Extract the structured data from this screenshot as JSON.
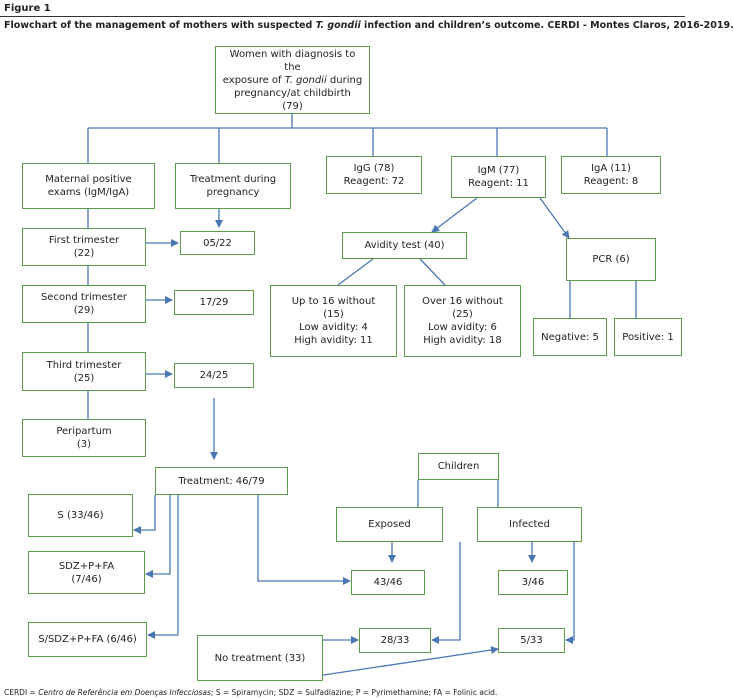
{
  "figure": {
    "label": "Figure 1",
    "caption_pre": "Flowchart of the management of mothers with suspected ",
    "caption_em": "T. gondii",
    "caption_post": " infection and children’s outcome. CERDI - Montes Claros, 2016-2019.",
    "footnote_pre": "CERDI = ",
    "footnote_em": "Centro de Referência em Doenças Infecciosas",
    "footnote_post": "; S = Spiramycin; SDZ = Sulfadiazine; P = Pyrimethamine; FA = Folinic acid."
  },
  "nodes": {
    "root": {
      "l1": "Women with diagnosis to the",
      "l2_pre": "exposure of ",
      "l2_em": "T. gondii",
      "l2_post": " during",
      "l3": "pregnancy/at childbirth",
      "l4": "(79)"
    },
    "maternal": {
      "l1": "Maternal positive",
      "l2": "exams (IgM/IgA)"
    },
    "treatment_preg": {
      "l1": "Treatment during",
      "l2": "pregnancy"
    },
    "igg": {
      "l1": "IgG (78)",
      "l2": "Reagent: 72"
    },
    "igm": {
      "l1": "IgM (77)",
      "l2": "Reagent: 11"
    },
    "iga": {
      "l1": "IgA (11)",
      "l2": "Reagent: 8"
    },
    "first": {
      "l1": "First trimester",
      "l2": "(22)"
    },
    "first_r": {
      "l1": "05/22"
    },
    "avidity": {
      "l1": "Avidity test (40)"
    },
    "pcr": {
      "l1": "PCR (6)"
    },
    "second": {
      "l1": "Second trimester",
      "l2": "(29)"
    },
    "second_r": {
      "l1": "17/29"
    },
    "upto16": {
      "l1": "Up to 16 without",
      "l2": "(15)",
      "l3": "Low avidity: 4",
      "l4": "High avidity: 11"
    },
    "over16": {
      "l1": "Over 16 without",
      "l2": "(25)",
      "l3": "Low avidity: 6",
      "l4": "High avidity: 18"
    },
    "negative": {
      "l1": "Negative: 5"
    },
    "positive": {
      "l1": "Positive: 1"
    },
    "third": {
      "l1": "Third trimester",
      "l2": "(25)"
    },
    "third_r": {
      "l1": "24/25"
    },
    "peripartum": {
      "l1": "Peripartum",
      "l2": "(3)"
    },
    "treatment_total": {
      "l1": "Treatment: 46/79"
    },
    "children": {
      "l1": "Children"
    },
    "s": {
      "l1": "S (33/46)"
    },
    "exposed": {
      "l1": "Exposed"
    },
    "infected": {
      "l1": "Infected"
    },
    "sdz": {
      "l1": "SDZ+P+FA",
      "l2": "(7/46)"
    },
    "exposed_treated": {
      "l1": "43/46"
    },
    "infected_treated": {
      "l1": "3/46"
    },
    "combo": {
      "l1": "S/SDZ+P+FA (6/46)"
    },
    "no_treatment": {
      "l1": "No treatment (33)"
    },
    "exposed_untreated": {
      "l1": "28/33"
    },
    "infected_untreated": {
      "l1": "5/33"
    }
  },
  "colors": {
    "box_border": "#5a9a4a",
    "connector": "#4a77b4",
    "text": "#222222"
  }
}
